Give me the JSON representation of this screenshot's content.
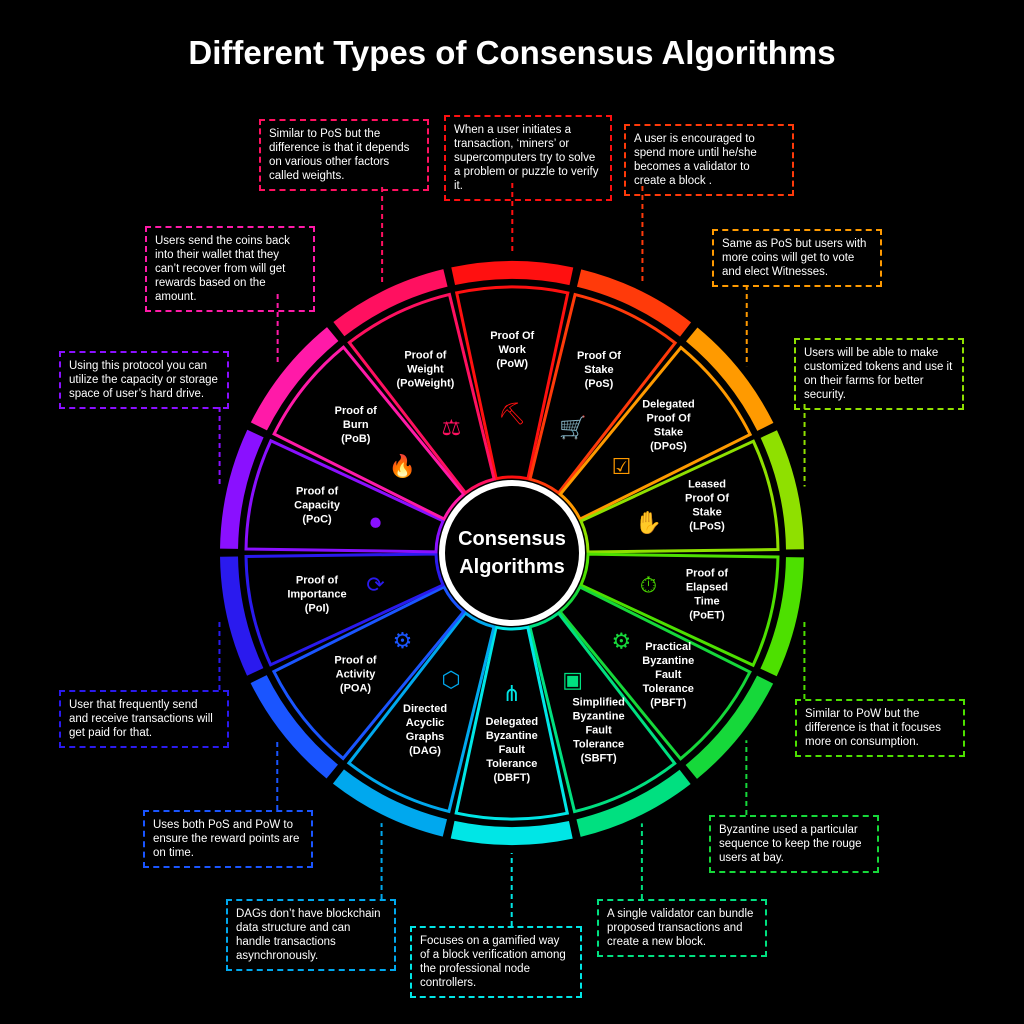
{
  "title": "Different Types of Consensus Algorithms",
  "center_label": [
    "Consensus",
    "Algorithms"
  ],
  "segments": [
    {
      "label": [
        "Proof Of",
        "Work",
        "(PoW)"
      ],
      "color": "#ff1010",
      "icon": "miner-icon",
      "note": "When a user initiates a transaction, ‘miners’ or supercomputers try to solve a problem or puzzle to verify it."
    },
    {
      "label": [
        "Proof Of",
        "Stake",
        "(PoS)"
      ],
      "color": "#ff3a0a",
      "icon": "mine-cart-icon",
      "note": "A user is encouraged to spend more until he/she becomes a validator to create a block ."
    },
    {
      "label": [
        "Delegated",
        "Proof Of",
        "Stake",
        "(DPoS)"
      ],
      "color": "#ff9a00",
      "icon": "voting-icon",
      "note": "Same as PoS but users with more coins will get to vote and elect Witnesses."
    },
    {
      "label": [
        "Leased",
        "Proof Of",
        "Stake",
        "(LPoS)"
      ],
      "color": "#8fe000",
      "icon": "lease-hand-icon",
      "note": "Users will be able to make customized tokens and use it on their farms for better security."
    },
    {
      "label": [
        "Proof of",
        "Elapsed",
        "Time",
        "(PoET)"
      ],
      "color": "#4de000",
      "icon": "server-clock-icon",
      "note": "Similar to PoW but the difference is that it focuses more on consumption."
    },
    {
      "label": [
        "Practical",
        "Byzantine",
        "Fault",
        "Tolerance",
        "(PBFT)"
      ],
      "color": "#16d83a",
      "icon": "fault-tolerance-icon",
      "note": "Byzantine used a particular sequence to keep the rouge users at bay."
    },
    {
      "label": [
        "Simplified",
        "Byzantine",
        "Fault",
        "Tolerance",
        "(SBFT)"
      ],
      "color": "#00e080",
      "icon": "chip-icon",
      "note": "A single validator can bundle proposed transactions and create a new block."
    },
    {
      "label": [
        "Delegated",
        "Byzantine",
        "Fault",
        "Tolerance",
        "(DBFT)"
      ],
      "color": "#00e6e6",
      "icon": "delegate-network-icon",
      "note": "Focuses on a gamified way of a block verification among the professional node controllers."
    },
    {
      "label": [
        "Directed",
        "Acyclic",
        "Graphs",
        "(DAG)"
      ],
      "color": "#00a8ee",
      "icon": "graph-network-icon",
      "note": "DAGs don’t have blockchain data structure and can handle transactions asynchronously."
    },
    {
      "label": [
        "Proof of",
        "Activity",
        "(POA)"
      ],
      "color": "#1a55ff",
      "icon": "gear-head-icon",
      "note": "Uses both PoS and PoW to ensure the reward points are on time."
    },
    {
      "label": [
        "Proof of",
        "Importance",
        "(PoI)"
      ],
      "color": "#2a1aee",
      "icon": "coin-exchange-icon",
      "note": "User that frequently send and receive transactions will get paid for that."
    },
    {
      "label": [
        "Proof of",
        "Capacity",
        "(PoC)"
      ],
      "color": "#8a10ff",
      "icon": "hard-drive-hand-icon",
      "note": "Using this protocol you can utilize the capacity or storage space of user’s hard drive."
    },
    {
      "label": [
        "Proof of",
        "Burn",
        "(PoB)"
      ],
      "color": "#ff1aa8",
      "icon": "fire-icon",
      "note": "Users send the coins back into their wallet that they can’t recover from will get rewards based on the amount."
    },
    {
      "label": [
        "Proof of",
        "Weight",
        "(PoWeight)"
      ],
      "color": "#ff1060",
      "icon": "weights-icon",
      "note": "Similar to PoS but the difference is that it depends on various other factors called weights."
    }
  ]
}
